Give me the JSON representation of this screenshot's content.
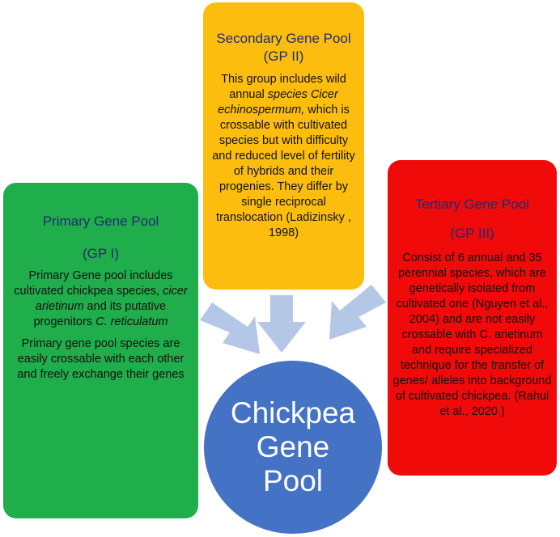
{
  "primary": {
    "title_line1": "Primary Gene Pool",
    "title_line2": "(GP I)",
    "para1_a": "Primary Gene pool includes cultivated chickpea species, ",
    "para1_italic1": "cicer arietinum",
    "para1_b": " and its putative progenitors ",
    "para1_italic2": "C. reticulatum",
    "para2": "Primary gene pool species are easily crossable with each other and freely exchange their genes"
  },
  "secondary": {
    "title": "Secondary Gene Pool (GP II)",
    "text_a": "This group includes wild annual ",
    "text_italic": "species Cicer echinospermum,",
    "text_b": " which is crossable with cultivated species but with difficulty and reduced level of fertility of hybrids and their progenies. They differ by single reciprocal translocation (Ladizinsky , 1998)"
  },
  "tertiary": {
    "title_line1": "Tertiary Gene Pool",
    "title_line2": "(GP III)",
    "text": "Consist of 6 annual and 35 perennial species, which are genetically isolated from cultivated one (Nguyen et al., 2004) and are not easily crossable with C. arietinum and require specialized technique for the transfer of genes/ alleles into background of cultivated chickpea. (Rahul  et al., 2020 )"
  },
  "center": {
    "line1": "Chickpea",
    "line2": "Gene",
    "line3": "Pool"
  },
  "colors": {
    "primary": "#1fae4b",
    "secondary": "#fcbd0f",
    "tertiary": "#f00a0a",
    "center": "#4472c4",
    "arrow": "#b4c7e7",
    "title_text": "#1f2d6e"
  }
}
